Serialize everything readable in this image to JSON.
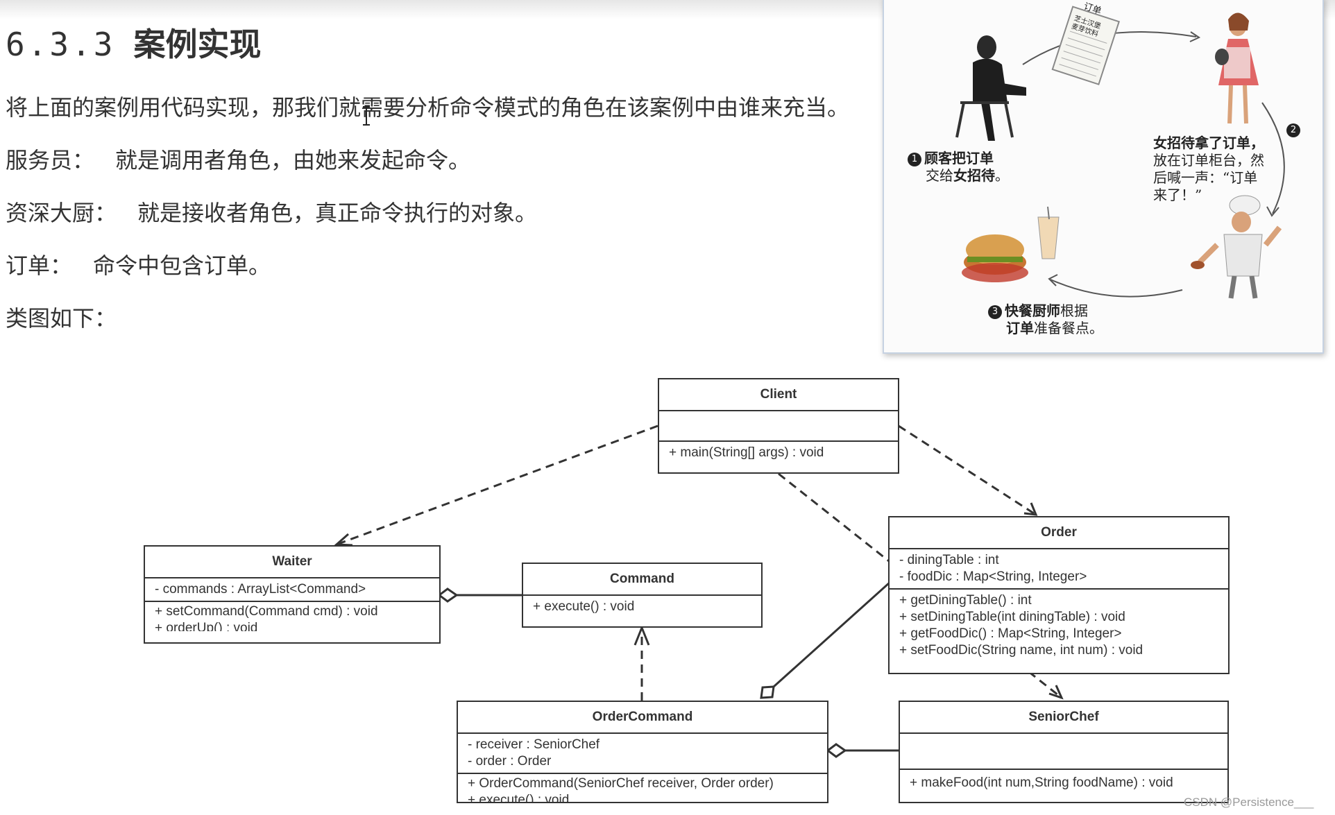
{
  "heading": {
    "number": "6.3.3",
    "title": "案例实现"
  },
  "paragraphs": {
    "intro": "将上面的案例用代码实现，那我们就需要分析命令模式的角色在该案例中由谁来充当。",
    "waiter_label": "服务员：",
    "waiter_desc": "就是调用者角色，由她来发起命令。",
    "chef_label": "资深大厨：",
    "chef_desc": "就是接收者角色，真正命令执行的对象。",
    "order_label": "订单：",
    "order_desc": "命令中包含订单。",
    "class_diagram": "类图如下："
  },
  "illustration": {
    "slip_title": "订单",
    "slip_items": [
      "芝士汉堡",
      "麦芽饮料"
    ],
    "step1_number": "1",
    "step1_line1_bold": "顾客把订单",
    "step1_line2_a": "交给",
    "step1_line2_bold": "女招待",
    "step1_line2_b": "。",
    "step2_number": "2",
    "step2_line1_bold": "女招待拿了订单，",
    "step2_line2": "放在订单柜台，然",
    "step2_line3": "后喊一声：“订单",
    "step2_line4": "来了！”",
    "step3_number": "3",
    "step3_line1_bold": "快餐厨师",
    "step3_line1_rest": "根据",
    "step3_line2_bold": "订单",
    "step3_line2_rest": "准备餐点。"
  },
  "uml": {
    "client": {
      "name": "Client",
      "methods": [
        "+ main(String[] args) : void"
      ]
    },
    "waiter": {
      "name": "Waiter",
      "attributes": [
        "- commands :  ArrayList<Command>"
      ],
      "methods": [
        "+ setCommand(Command cmd) : void",
        "+ orderUp() : void"
      ]
    },
    "command": {
      "name": "Command",
      "methods": [
        "+ execute() : void"
      ]
    },
    "order": {
      "name": "Order",
      "attributes": [
        "- diningTable : int",
        "- foodDic :    Map<String, Integer>"
      ],
      "methods": [
        "+ getDiningTable() : int",
        "+ setDiningTable(int diningTable) : void",
        "+ getFoodDic() : Map<String, Integer>",
        "+ setFoodDic(String name, int num) : void"
      ]
    },
    "order_command": {
      "name": "OrderCommand",
      "attributes": [
        "- receiver : SeniorChef",
        "- order : Order"
      ],
      "methods": [
        "+ OrderCommand(SeniorChef receiver, Order order)",
        "+ execute() : void"
      ]
    },
    "senior_chef": {
      "name": "SeniorChef",
      "methods": [
        "+ makeFood(int num,String foodName) : void"
      ]
    }
  },
  "watermark": "CSDN @Persistence___",
  "colors": {
    "line": "#333333",
    "text": "#333333",
    "frame": "#c6d2e2"
  }
}
